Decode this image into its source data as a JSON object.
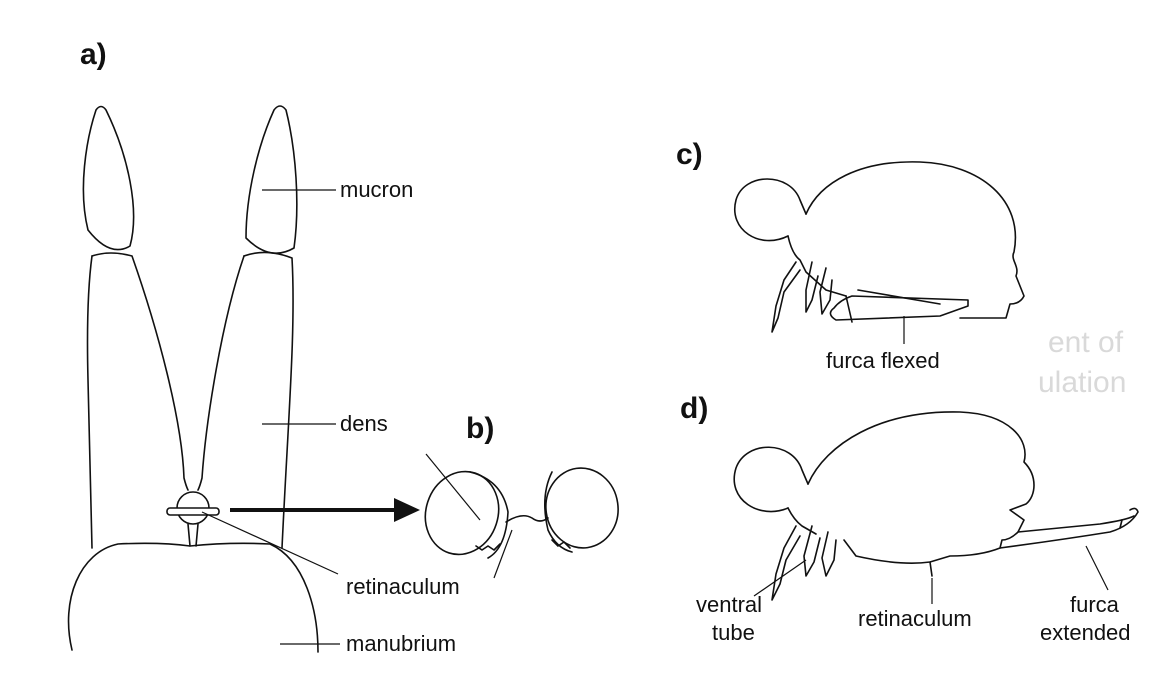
{
  "panels": {
    "a": "a)",
    "b": "b)",
    "c": "c)",
    "d": "d)"
  },
  "labels": {
    "mucron": "mucron",
    "dens": "dens",
    "retinaculum_a": "retinaculum",
    "manubrium": "manubrium",
    "furca_flexed": "furca flexed",
    "ventral_tube_line1": "ventral",
    "ventral_tube_line2": "tube",
    "retinaculum_d": "retinaculum",
    "furca_extended_line1": "furca",
    "furca_extended_line2": "extended"
  },
  "bleed_through": {
    "line1": "ent of",
    "line2": "ulation"
  }
}
